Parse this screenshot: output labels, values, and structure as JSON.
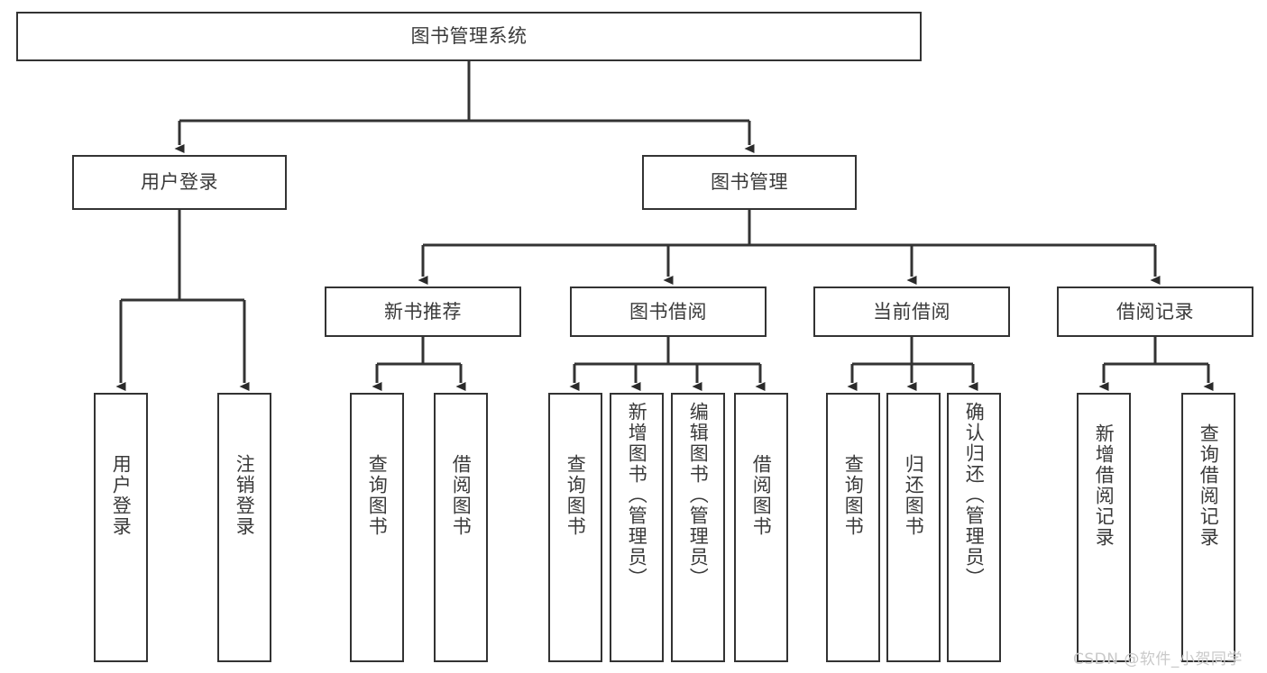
{
  "diagram": {
    "title": "图书管理系统",
    "type": "tree-hierarchy-chart",
    "line_color": "#333333",
    "box_fill": "#ffffff",
    "text_color": "#3a3a3a",
    "watermark": "CSDN @软件_小贺同学"
  },
  "nodes": {
    "root": {
      "label": "图书管理系统"
    },
    "level1": [
      {
        "label": "用户登录"
      },
      {
        "label": "图书管理"
      }
    ],
    "level2": [
      {
        "label": "新书推荐"
      },
      {
        "label": "图书借阅"
      },
      {
        "label": "当前借阅"
      },
      {
        "label": "借阅记录"
      }
    ],
    "leaves": {
      "user_login": [
        {
          "label": "用户登录"
        },
        {
          "label": "注销登录"
        }
      ],
      "new_book_recommend": [
        {
          "label": "查询图书"
        },
        {
          "label": "借阅图书"
        }
      ],
      "book_borrow": [
        {
          "label": "查询图书"
        },
        {
          "label": "新增图书（管理员）"
        },
        {
          "label": "编辑图书（管理员）"
        },
        {
          "label": "借阅图书"
        }
      ],
      "current_borrow": [
        {
          "label": "查询图书"
        },
        {
          "label": "归还图书"
        },
        {
          "label": "确认归还（管理员）"
        }
      ],
      "borrow_record": [
        {
          "label": "新增借阅记录"
        },
        {
          "label": "查询借阅记录"
        }
      ]
    }
  }
}
